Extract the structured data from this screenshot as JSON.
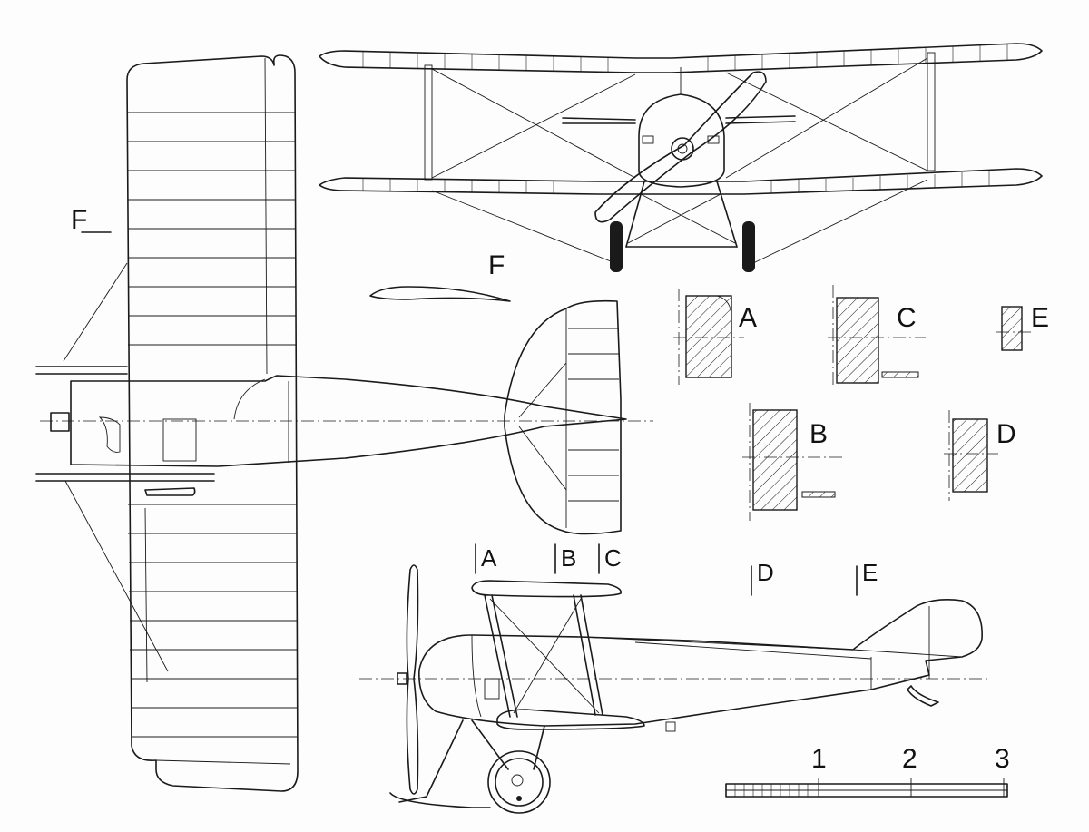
{
  "labels": {
    "top_view_section": "F",
    "airfoil": "F",
    "section_a": "A",
    "section_b": "B",
    "section_c": "C",
    "section_d": "D",
    "section_e": "E",
    "station_a": "A",
    "station_b": "B",
    "station_c": "C",
    "station_d": "D",
    "station_e": "E"
  },
  "scale_bar": {
    "tick_labels": [
      "1",
      "2",
      "3"
    ]
  },
  "colors": {
    "line": "#1a1a1a",
    "paper": "#fdfdfd"
  }
}
